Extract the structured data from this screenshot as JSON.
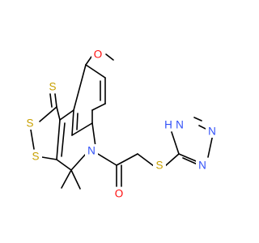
{
  "molecule": {
    "atoms": {
      "o_methoxy": {
        "label": "O",
        "color": "#FF0D0D"
      },
      "s_thione": {
        "label": "S",
        "color": "#C8A000"
      },
      "s_ring_top": {
        "label": "S",
        "color": "#C8A000"
      },
      "s_ring_bottom": {
        "label": "S",
        "color": "#C8A000"
      },
      "n_ring": {
        "label": "N",
        "color": "#3050F8"
      },
      "o_carbonyl": {
        "label": "O",
        "color": "#FF0D0D"
      },
      "s_thioether": {
        "label": "S",
        "color": "#C8A000"
      },
      "nh_triazole": {
        "label": "H",
        "color": "#3050F8"
      },
      "n_triazole_1": {
        "label": "N",
        "color": "#3050F8"
      },
      "n_triazole_2": {
        "label": "N",
        "color": "#3050F8"
      },
      "n_triazole_3": {
        "label": "N",
        "color": "#3050F8"
      }
    }
  }
}
